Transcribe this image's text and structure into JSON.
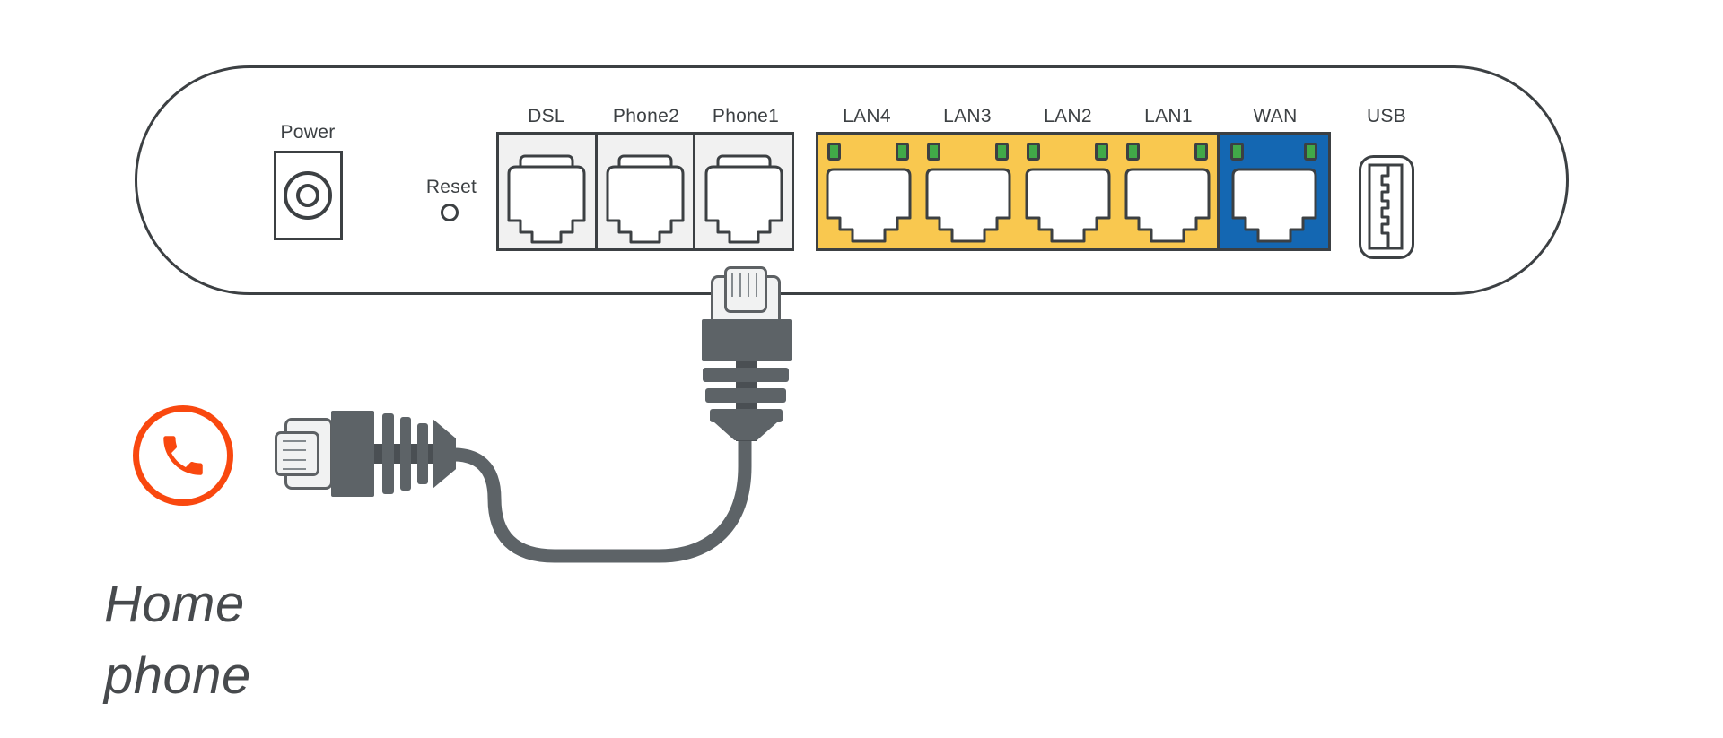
{
  "panel": {
    "power_label": "Power",
    "reset_label": "Reset",
    "phone_ports": [
      {
        "label": "DSL"
      },
      {
        "label": "Phone2"
      },
      {
        "label": "Phone1"
      }
    ],
    "lan_ports": [
      {
        "label": "LAN4"
      },
      {
        "label": "LAN3"
      },
      {
        "label": "LAN2"
      },
      {
        "label": "LAN1"
      }
    ],
    "wan_label": "WAN",
    "usb_label": "USB"
  },
  "connection": {
    "caption_line1": "Home",
    "caption_line2": "phone",
    "cable_plugged_into": "Phone1",
    "icon": "phone-icon"
  },
  "colors": {
    "outline": "#3C4043",
    "port_gray": "#F1F1F1",
    "lan_yellow": "#F9C84F",
    "wan_blue": "#1467B2",
    "led_green": "#41A948",
    "accent_orange": "#F9480F",
    "cable_gray": "#5D6367",
    "cable_dark": "#4A4F53",
    "plug_light": "#F1F2F2",
    "text_dark": "#474A4D"
  }
}
